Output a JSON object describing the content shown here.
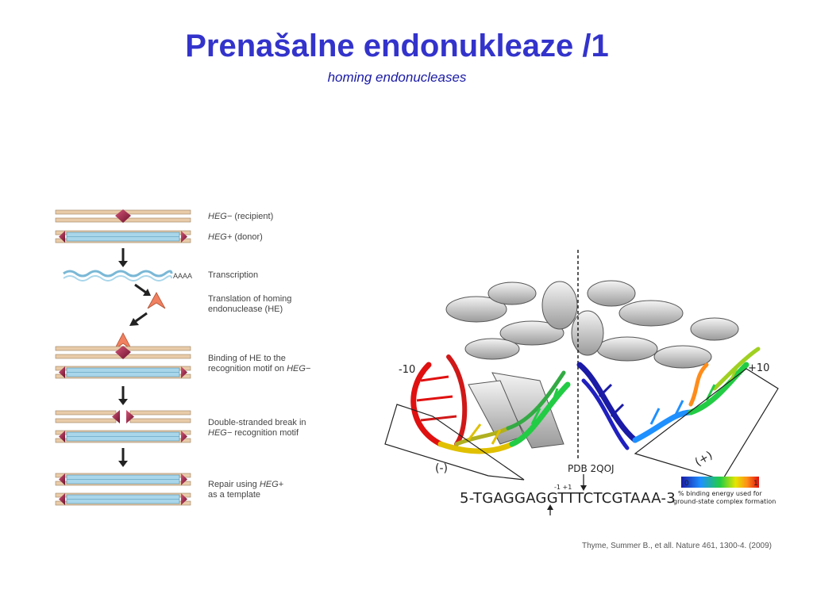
{
  "title": "Prenašalne endonukleaze /1",
  "subtitle": "homing endonucleases",
  "steps": [
    {
      "label_em": "HEG−",
      "label_rest": " (recipient)"
    },
    {
      "label_em": "HEG+",
      "label_rest": " (donor)"
    },
    {
      "label": "Transcription"
    },
    {
      "label": "Translation of homing",
      "label2": "endonuclease (HE)"
    },
    {
      "label": "Binding of HE to the",
      "label2_pre": "recognition motif on ",
      "label2_em": "HEG−"
    },
    {
      "label": "Double-stranded break in",
      "label2_em": "HEG−",
      "label2_rest": " recognition motif"
    },
    {
      "label_pre": "Repair using ",
      "label_em": "HEG+",
      "label2": "as a template"
    }
  ],
  "mrna_tail": "AAAA",
  "structure": {
    "left_end": "-10",
    "right_end": "+10",
    "minus_half": "(-)",
    "plus_half": "(+)",
    "pdb": "PDB 2QOJ",
    "cut_positions": "-1 +1",
    "sequence": "5-TGAGGAGGTTTCTCGTAAA-3",
    "legend_min": "0",
    "legend_max": "1",
    "legend_caption_1": "% binding energy used for",
    "legend_caption_2": "ground-state complex formation"
  },
  "citation": "Thyme, Summer B., et all. Nature 461, 1300-4. (2009)",
  "colors": {
    "title": "#3333cc",
    "dna_outer": "#e6c9a8",
    "dna_inner": "#a9d6ea",
    "heg_marker": "#8b1a3a",
    "he_protein": "#f08060"
  }
}
